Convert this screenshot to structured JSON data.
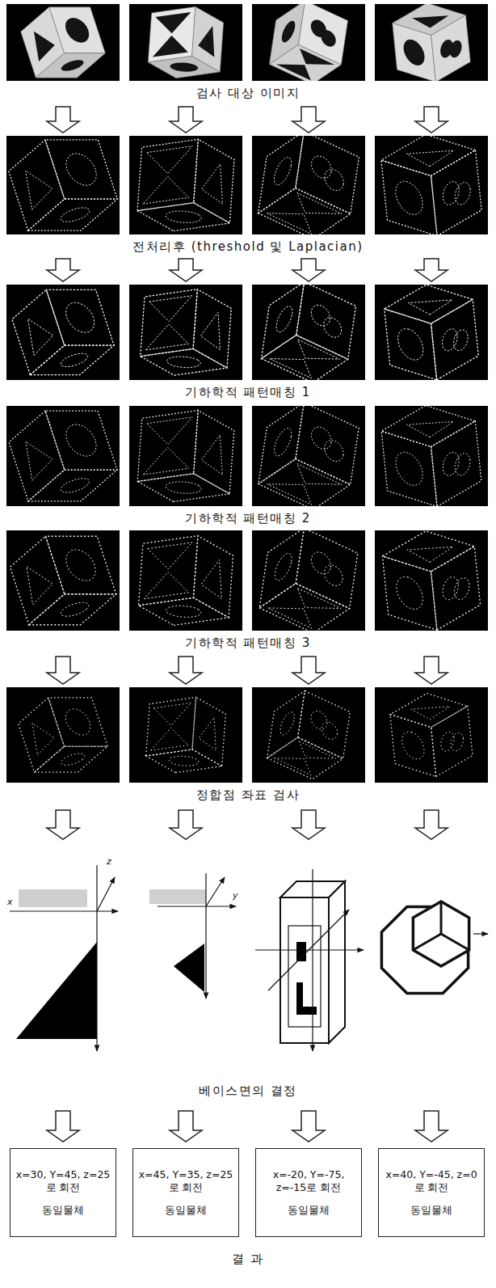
{
  "diagram": {
    "nodes": [
      {
        "text": [
          "x=30, Y=45, z=25 로 회전",
          "동일물체"
        ]
      },
      {
        "text": [
          "x=45, Y=35, z=25로 회전",
          "동일물체"
        ]
      },
      {
        "text": [
          "x=-20, Y=-75, z=-15로 회전",
          "동일물체"
        ]
      },
      {
        "text": [
          "x=40, Y=-45, z=0로 회전",
          "동일물체"
        ]
      }
    ],
    "labels": [
      "검사 대상 이미지",
      "전처리후 (threshold 및 Laplacian)",
      "기하학적 패턴매칭 1",
      "기하학적 패턴매칭 2",
      "기하학적 패턴매칭 3",
      "정합점 좌표 검사",
      "z",
      "x",
      "y",
      "베이스면의 결정",
      "결 과"
    ]
  }
}
